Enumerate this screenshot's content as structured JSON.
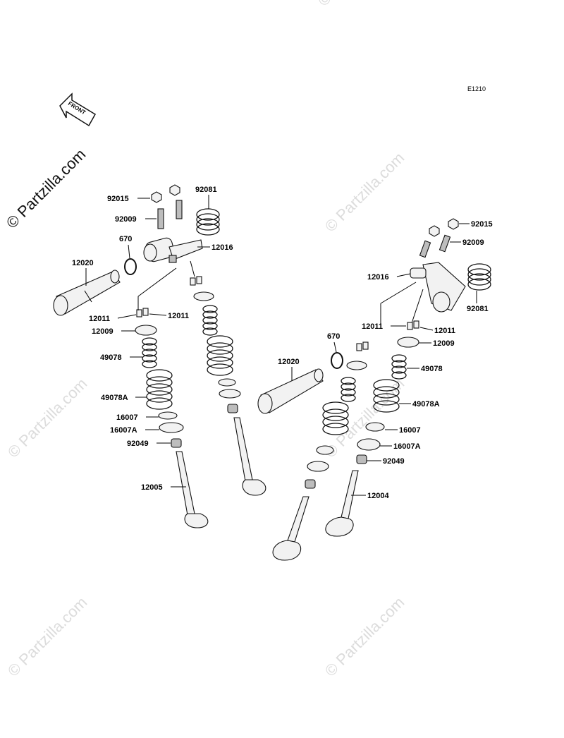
{
  "diagram_code": "E1210",
  "front_arrow_label": "FRONT",
  "site_logo": "© Partzilla.com",
  "watermark_text": "© Partzilla.com",
  "labels": {
    "l_92015": "92015",
    "l_92009": "92009",
    "l_92081": "92081",
    "l_670": "670",
    "l_12016": "12016",
    "l_12020": "12020",
    "l_12011a": "12011",
    "l_12011b": "12011",
    "l_12009": "12009",
    "l_49078": "49078",
    "l_49078A": "49078A",
    "l_16007": "16007",
    "l_16007A": "16007A",
    "l_92049": "92049",
    "l_12005": "12005",
    "r_92015": "92015",
    "r_92009": "92009",
    "r_12016": "12016",
    "r_92081": "92081",
    "r_12011a": "12011",
    "r_12011b": "12011",
    "r_670": "670",
    "r_12009": "12009",
    "r_12020": "12020",
    "r_49078": "49078",
    "r_49078A": "49078A",
    "r_16007": "16007",
    "r_16007A": "16007A",
    "r_92049": "92049",
    "r_12004": "12004"
  }
}
